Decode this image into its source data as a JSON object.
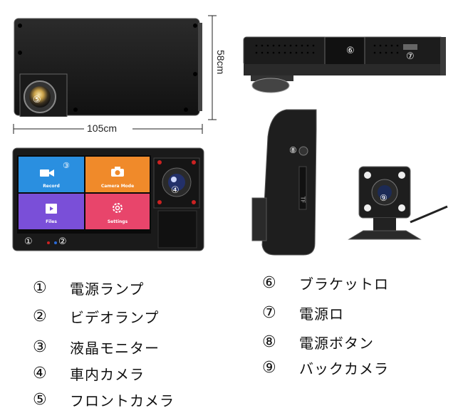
{
  "dimensions": {
    "height_label": "58cm",
    "width_label": "105cm"
  },
  "callouts": [
    "①",
    "②",
    "③",
    "④",
    "⑤",
    "⑥",
    "⑦",
    "⑧",
    "⑨"
  ],
  "screen_tiles": {
    "record": "Record",
    "camera_mode": "Camera Mode",
    "files": "Files",
    "settings": "Settings"
  },
  "tf_label": "TF",
  "legend": [
    {
      "num": "①",
      "label": "電源ランプ"
    },
    {
      "num": "②",
      "label": "ビデオランプ"
    },
    {
      "num": "③",
      "label": "液晶モニター"
    },
    {
      "num": "④",
      "label": "車内カメラ"
    },
    {
      "num": "⑤",
      "label": "フロントカメラ"
    },
    {
      "num": "⑥",
      "label": "ブラケットロ"
    },
    {
      "num": "⑦",
      "label": "電源ロ"
    },
    {
      "num": "⑧",
      "label": "電源ボタン"
    },
    {
      "num": "⑨",
      "label": "バックカメラ"
    }
  ],
  "colors": {
    "tile_blue": "#2a8fe0",
    "tile_orange": "#f08a2a",
    "tile_purple": "#7a4fd8",
    "tile_pink": "#e8456b"
  }
}
